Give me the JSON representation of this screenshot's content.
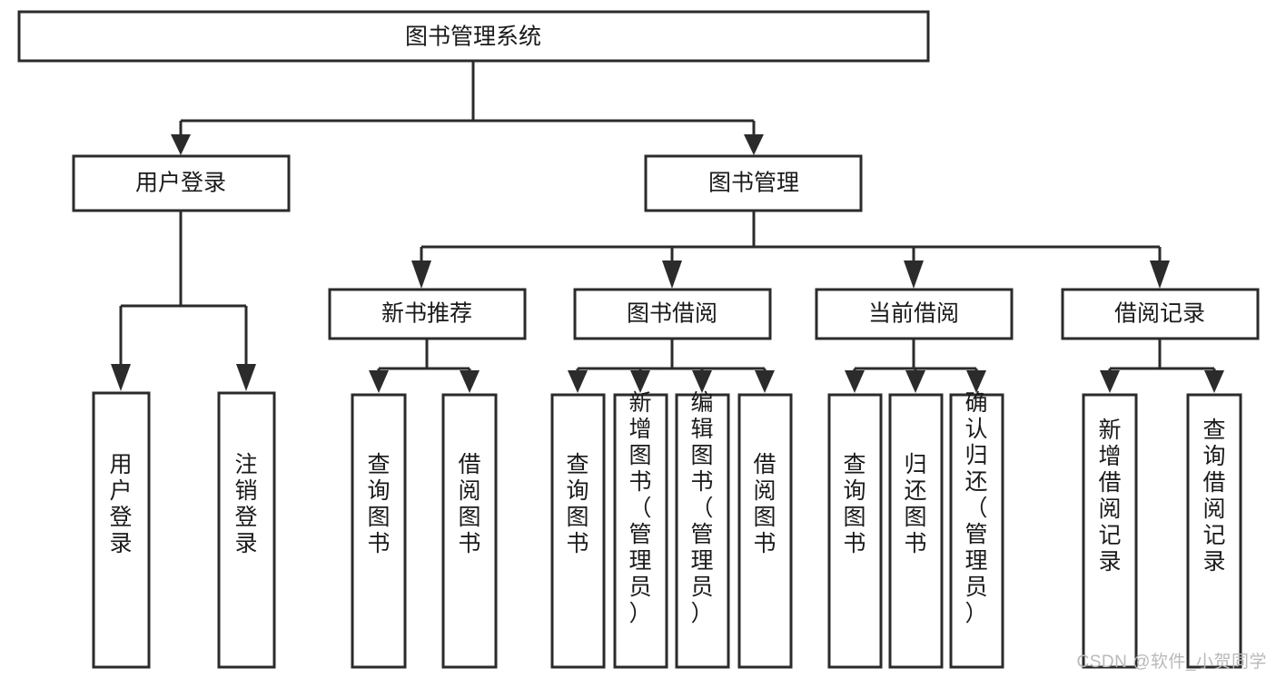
{
  "diagram": {
    "type": "tree-hierarchy",
    "title": "图书管理系统",
    "watermark": "CSDN @软件_小贺同学",
    "colors": {
      "stroke": "#2b2b2b",
      "fill": "#ffffff",
      "text": "#1a1a1a",
      "watermark": "#b9b9b9",
      "background": "#ffffff"
    },
    "levels": {
      "root": {
        "label": "图书管理系统",
        "orientation": "horizontal"
      },
      "level2": [
        {
          "label": "用户登录",
          "orientation": "horizontal"
        },
        {
          "label": "图书管理",
          "orientation": "horizontal"
        }
      ],
      "level3": [
        {
          "label": "新书推荐",
          "orientation": "horizontal",
          "parent": "图书管理"
        },
        {
          "label": "图书借阅",
          "orientation": "horizontal",
          "parent": "图书管理"
        },
        {
          "label": "当前借阅",
          "orientation": "horizontal",
          "parent": "图书管理"
        },
        {
          "label": "借阅记录",
          "orientation": "horizontal",
          "parent": "图书管理"
        }
      ],
      "leaves": [
        {
          "label": "用户登录",
          "orientation": "vertical",
          "parent": "用户登录"
        },
        {
          "label": "注销登录",
          "orientation": "vertical",
          "parent": "用户登录"
        },
        {
          "label": "查询图书",
          "orientation": "vertical",
          "parent": "新书推荐"
        },
        {
          "label": "借阅图书",
          "orientation": "vertical",
          "parent": "新书推荐"
        },
        {
          "label": "查询图书",
          "orientation": "vertical",
          "parent": "图书借阅"
        },
        {
          "label": "新增图书（管理员）",
          "orientation": "vertical",
          "parent": "图书借阅"
        },
        {
          "label": "编辑图书（管理员）",
          "orientation": "vertical",
          "parent": "图书借阅"
        },
        {
          "label": "借阅图书",
          "orientation": "vertical",
          "parent": "图书借阅"
        },
        {
          "label": "查询图书",
          "orientation": "vertical",
          "parent": "当前借阅"
        },
        {
          "label": "归还图书",
          "orientation": "vertical",
          "parent": "当前借阅"
        },
        {
          "label": "确认归还（管理员）",
          "orientation": "vertical",
          "parent": "当前借阅"
        },
        {
          "label": "新增借阅记录",
          "orientation": "vertical",
          "parent": "借阅记录"
        },
        {
          "label": "查询借阅记录",
          "orientation": "vertical",
          "parent": "借阅记录"
        }
      ]
    },
    "nodes": {
      "root": {
        "id": "root",
        "label": "图书管理系统"
      },
      "n_user_login": {
        "id": "n_user_login",
        "label": "用户登录"
      },
      "n_book_mgmt": {
        "id": "n_book_mgmt",
        "label": "图书管理"
      },
      "n_new_book": {
        "id": "n_new_book",
        "label": "新书推荐"
      },
      "n_borrow": {
        "id": "n_borrow",
        "label": "图书借阅"
      },
      "n_current": {
        "id": "n_current",
        "label": "当前借阅"
      },
      "n_record": {
        "id": "n_record",
        "label": "借阅记录"
      },
      "l_user_login": {
        "id": "l_user_login",
        "label": "用户登录"
      },
      "l_logout": {
        "id": "l_logout",
        "label": "注销登录"
      },
      "l_query_book_a": {
        "id": "l_query_book_a",
        "label": "查询图书"
      },
      "l_borrow_book_a": {
        "id": "l_borrow_book_a",
        "label": "借阅图书"
      },
      "l_query_book_b": {
        "id": "l_query_book_b",
        "label": "查询图书"
      },
      "l_add_book": {
        "id": "l_add_book",
        "label": "新增图书（管理员）"
      },
      "l_edit_book": {
        "id": "l_edit_book",
        "label": "编辑图书（管理员）"
      },
      "l_borrow_book_b": {
        "id": "l_borrow_book_b",
        "label": "借阅图书"
      },
      "l_query_book_c": {
        "id": "l_query_book_c",
        "label": "查询图书"
      },
      "l_return_book": {
        "id": "l_return_book",
        "label": "归还图书"
      },
      "l_confirm_return": {
        "id": "l_confirm_return",
        "label": "确认归还（管理员）"
      },
      "l_add_record": {
        "id": "l_add_record",
        "label": "新增借阅记录"
      },
      "l_query_record": {
        "id": "l_query_record",
        "label": "查询借阅记录"
      }
    }
  }
}
